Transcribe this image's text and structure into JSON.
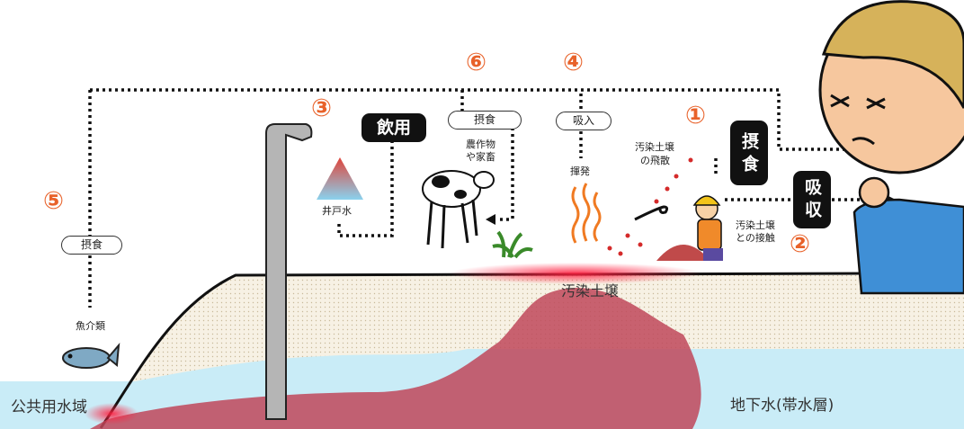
{
  "numbers": {
    "n1": "①",
    "n2": "②",
    "n3": "③",
    "n4": "④",
    "n5": "⑤",
    "n6": "⑥"
  },
  "labels": {
    "drinking": "飲用",
    "ingestion_main": "摂食",
    "absorption_main": "吸収",
    "ingestion_pill_top": "摂食",
    "inhalation_pill": "吸入",
    "ingestion_pill_left": "摂食",
    "crops_livestock_1": "農作物",
    "crops_livestock_2": "や家畜",
    "volatilization": "揮発",
    "soil_scatter_1": "汚染土壌",
    "soil_scatter_2": "の飛散",
    "soil_contact_1": "汚染土壌",
    "soil_contact_2": "との接触",
    "well_water": "井戸水",
    "fish": "魚介類",
    "contaminated_soil": "汚染土壌",
    "public_waters": "公共用水域",
    "groundwater": "地下水(帯水層)"
  },
  "colors": {
    "accent": "#e8622a",
    "groundwater": "#c9ecf7",
    "contamination": "#c0485a",
    "soil": "#f6efe2"
  }
}
